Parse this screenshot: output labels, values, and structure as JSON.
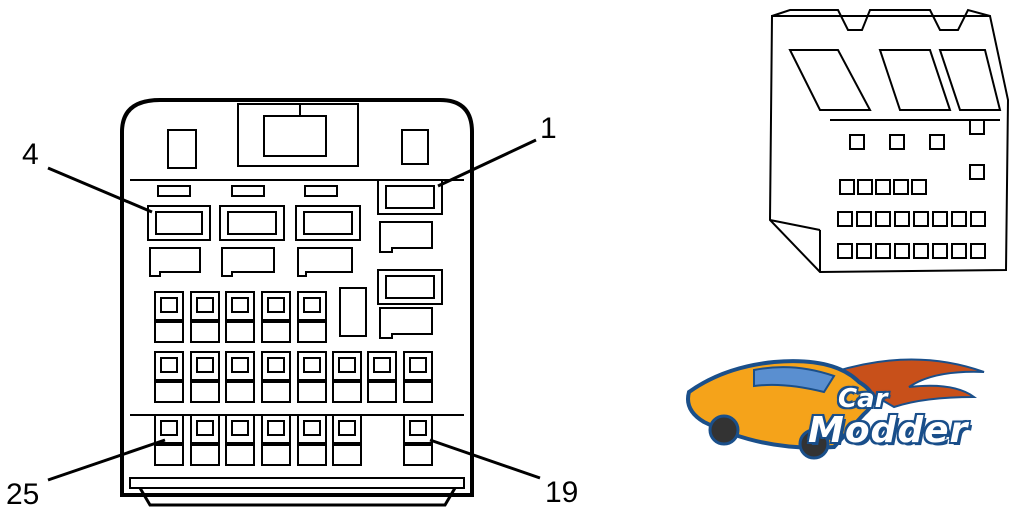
{
  "pin_labels": {
    "pin_4": "4",
    "pin_1": "1",
    "pin_25": "25",
    "pin_19": "19"
  },
  "logo": {
    "word1": "Car",
    "word2": "Modder",
    "colors": {
      "body": "#f5a31a",
      "flame": "#c8501a",
      "outline": "#1a4f8a"
    }
  },
  "colors": {
    "line": "#000000",
    "background": "#ffffff"
  }
}
